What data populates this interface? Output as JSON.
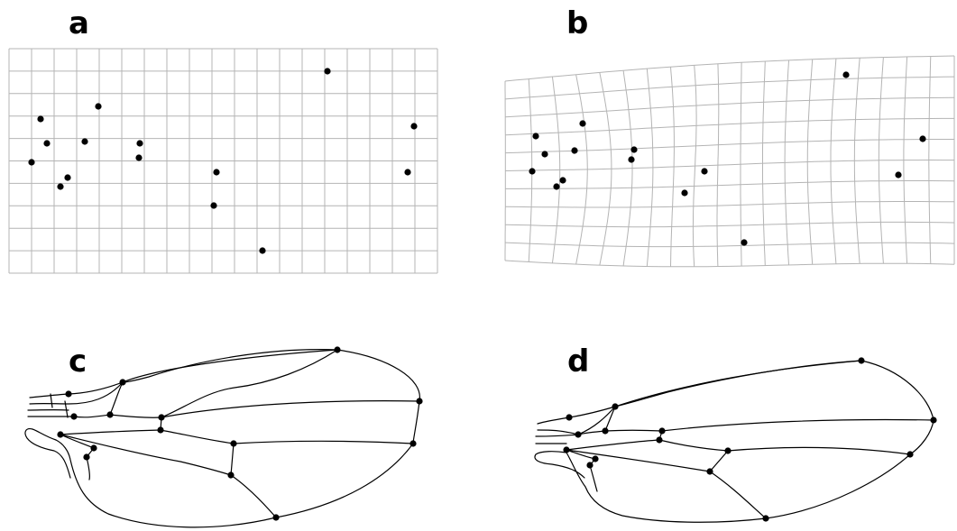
{
  "panels": {
    "a": {
      "label": "a"
    },
    "b": {
      "label": "b"
    },
    "c": {
      "label": "c"
    },
    "d": {
      "label": "d"
    }
  },
  "colors": {
    "grid": "#b4b4b4",
    "landmark": "#000000",
    "wing_outline": "#000000",
    "background": "#ffffff"
  },
  "grid": {
    "columns": 19,
    "rows": 10
  },
  "landmark_count": 15
}
